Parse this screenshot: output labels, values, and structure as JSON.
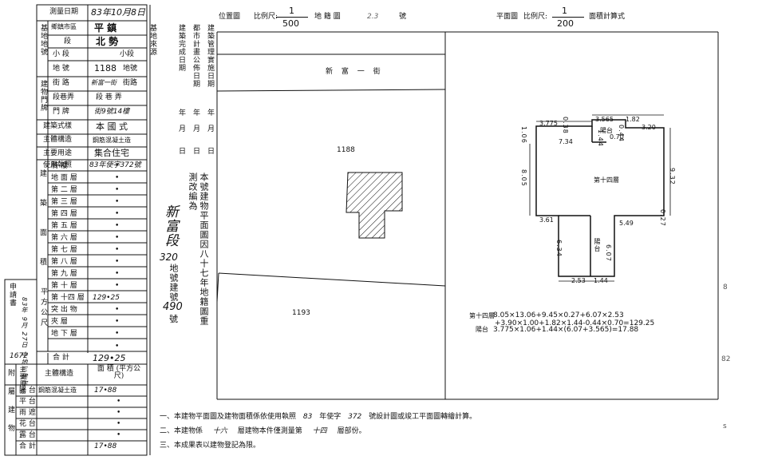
{
  "registry": {
    "survey_date_label": "測量日期",
    "survey_date_value": "83年10月8日",
    "district_label": "鄉鎮市區",
    "district_value": "平 鎮",
    "section_label": "段",
    "section_value": "北 勢",
    "subsection_label": "小 段",
    "subsection_suffix": "小段",
    "lot_label": "地 號",
    "lot_value": "1188",
    "lot_suffix": "地號",
    "group_land_lot": "基地地號",
    "group_door": "建物門牌",
    "street_label": "街 路",
    "street_value": "新富一街",
    "street_suffix": "街路",
    "lane_label": "段巷弄",
    "lane_value": "段 巷 弄",
    "number_label": "門 牌",
    "number_value": "街9號14樓",
    "style_label": "建築式樣",
    "style_value": "本 國 式",
    "structure_label": "主體構造",
    "structure_value": "鋼筋混凝土造",
    "use_label": "主要用途",
    "use_value": "集合住宅",
    "permit_label": "使用執照",
    "permit_value": "83年使字372號",
    "area_group": "建築面積",
    "floors": [
      {
        "label": "騎 樓",
        "value": "•"
      },
      {
        "label": "地 面 層",
        "value": "•"
      },
      {
        "label": "第 二 層",
        "value": "•"
      },
      {
        "label": "第 三 層",
        "value": "•"
      },
      {
        "label": "第 四 層",
        "value": "•"
      },
      {
        "label": "第 五 層",
        "value": "•"
      },
      {
        "label": "第 六 層",
        "value": "•"
      },
      {
        "label": "第 七 層",
        "value": "•"
      },
      {
        "label": "第 八 層",
        "value": "•"
      },
      {
        "label": "第 九 層",
        "value": "•"
      },
      {
        "label": "第 十 層",
        "value": "•"
      },
      {
        "label": "第 十四 層",
        "value": "129•25"
      },
      {
        "label": "突 出 物",
        "value": "•"
      },
      {
        "label": "夾 層",
        "value": "•"
      },
      {
        "label": "地 下 層",
        "value": "•"
      },
      {
        "label": "",
        "value": "•"
      }
    ],
    "sqm_group": "平方公尺",
    "total_label": "合 計",
    "total_value": "129•25",
    "application_label": "申請書",
    "application_note": "83年 9月 27日 中地三建字",
    "application_number": "1672",
    "attached_label": "附屬建物",
    "attached_col1": "主要用途",
    "attached_col2": "主體構造",
    "attached_col3": "面 積 (平方公尺)",
    "attached_rows": [
      {
        "use": "陽 台",
        "structure": "鋼筋混凝土造",
        "area": "17•88"
      },
      {
        "use": "平 台",
        "structure": "",
        "area": "•"
      },
      {
        "use": "雨 遮",
        "structure": "",
        "area": "•"
      },
      {
        "use": "花 台",
        "structure": "",
        "area": "•"
      },
      {
        "use": "露 台",
        "structure": "",
        "area": "•"
      },
      {
        "use": "合 計",
        "structure": "",
        "area": "17•88"
      }
    ]
  },
  "dates_column": {
    "labels": [
      "建築管理實施日期",
      "都市計畫公佈日期",
      "建築完成日期",
      "基地來源"
    ],
    "year": "年",
    "month": "月",
    "day": "日"
  },
  "change_note": {
    "printed": "本號建物平面圖因八十七年地籍圖重測改編為",
    "handwritten_section": "新富段",
    "handwritten_lot": "320",
    "lot_word": "地號建號",
    "handwritten_no": "490",
    "no_word": "號"
  },
  "location_map": {
    "title": "位置圖",
    "scale_label": "比例尺:",
    "scale_num": "1",
    "scale_den": "500",
    "sheet_label": "地 籍 圖",
    "sheet_no": "2.3",
    "sheet_suffix": "號",
    "street_name": "新 富 一 街",
    "lot_a": "1188",
    "lot_b": "1193"
  },
  "floor_plan": {
    "title": "平面圖",
    "scale_label": "比例尺:",
    "scale_num": "1",
    "scale_den": "200",
    "calc_label": "面積計算式",
    "room_main": "第十四層",
    "room_balcony": "陽台",
    "room_balcony2": "陽台",
    "dims": [
      "3.775",
      "0.38",
      "3.565",
      "1.82",
      "3.20",
      "1.06",
      "7.34",
      "1.44",
      "0.70",
      "0.44",
      "8.05",
      "9.32",
      "0.27",
      "3.61",
      "5.49",
      "6.34",
      "6.07",
      "2.53",
      "1.44"
    ],
    "formula_main_label": "第十四層",
    "formula_main": "8.05×13.06+9.45×0.27+6.07×2.53",
    "formula_main_2": "+3.90×1.00+1.82×1.44-0.44×0.70=129.25",
    "formula_balcony_label": "陽台",
    "formula_balcony": "3.775×1.06+1.44×(6.07+3.565)=17.88"
  },
  "notes": {
    "line1_a": "一、本建物平面圖及建物面積係依使用執照",
    "line1_b": "83",
    "line1_c": "年使字",
    "line1_d": "372",
    "line1_e": "號設計圖或竣工平面圖轉繪計算。",
    "line2_a": "二、本建物係",
    "line2_b": "十六",
    "line2_c": "層建物本件僅測量第",
    "line2_d": "十四",
    "line2_e": "層部份。",
    "line3": "三、本成果表以建物登記為限。"
  },
  "margin_marks": {
    "m1": "8",
    "m2": "82",
    "m3": "s"
  }
}
